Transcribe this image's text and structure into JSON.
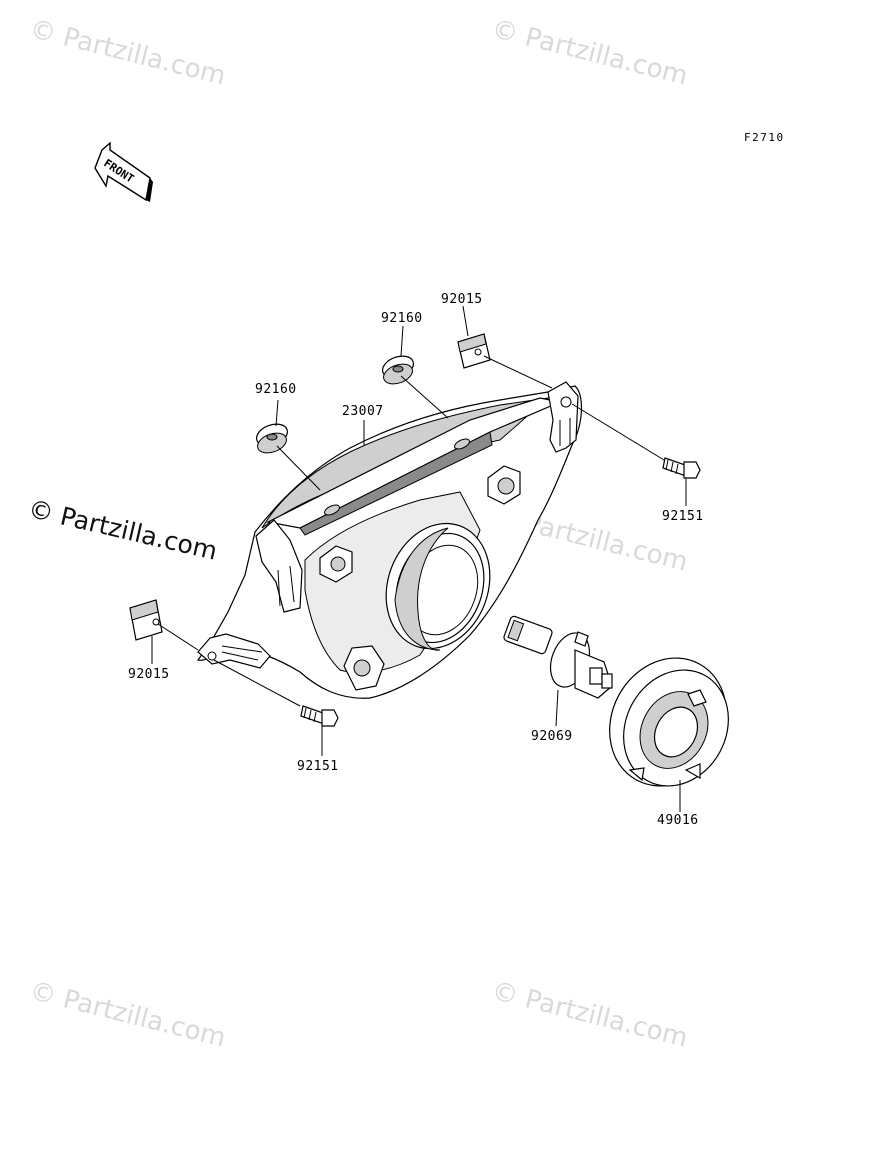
{
  "figure_code": "F2710",
  "front_label": "FRONT",
  "watermarks": [
    "© Partzilla.com",
    "© Partzilla.com",
    "© Partzilla.com",
    "© Partzilla.com",
    "© Partzilla.com"
  ],
  "watermark_prominent": "© Partzilla.com",
  "parts": {
    "grommet_upper": "92160",
    "grommet_left": "92160",
    "clip_upper": "92015",
    "housing": "23007",
    "bolt_right": "92151",
    "clip_left": "92015",
    "bolt_lower": "92151",
    "bulb": "92069",
    "boot": "49016"
  }
}
